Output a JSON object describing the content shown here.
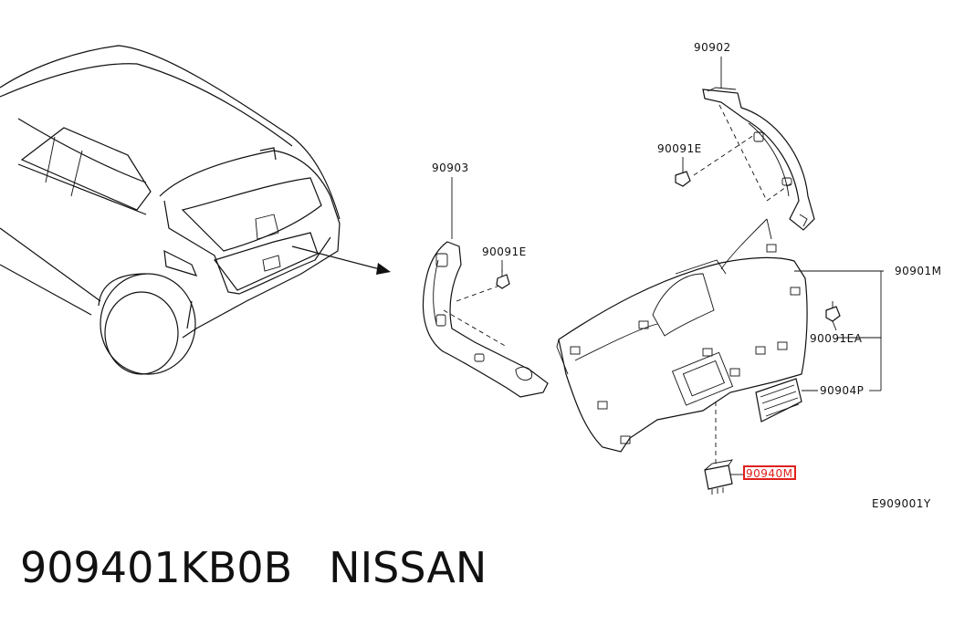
{
  "callouts": {
    "p90902": "90902",
    "p90903": "90903",
    "p90091e_upper": "90091E",
    "p90091e_left": "90091E",
    "p90901m": "90901M",
    "p90091ea": "90091EA",
    "p90904p": "90904P",
    "p90940m": "90940M"
  },
  "diagram_code": "E909001Y",
  "caption": {
    "part_number": "909401KB0B",
    "brand": "NISSAN"
  },
  "highlight_color": "#e0201c"
}
